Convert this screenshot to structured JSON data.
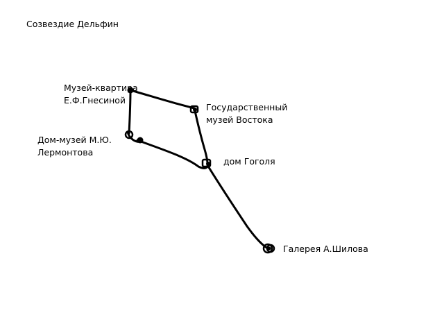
{
  "title": "Созвездие Дельфин",
  "stars": [
    {
      "id": "gnesina",
      "label_lines": [
        "Музей-квартира",
        "Е.Ф.Гнесиной"
      ]
    },
    {
      "id": "vostok",
      "label_lines": [
        "Государственный",
        "музей Востока"
      ]
    },
    {
      "id": "lermontov",
      "label_lines": [
        "Дом-музей М.Ю.",
        "Лермонтова"
      ]
    },
    {
      "id": "gogol",
      "label_lines": [
        "дом Гоголя"
      ]
    },
    {
      "id": "shilov",
      "label_lines": [
        "Галерея А.Шилова"
      ]
    }
  ],
  "colors": {
    "ink": "#000000",
    "background": "#ffffff"
  }
}
